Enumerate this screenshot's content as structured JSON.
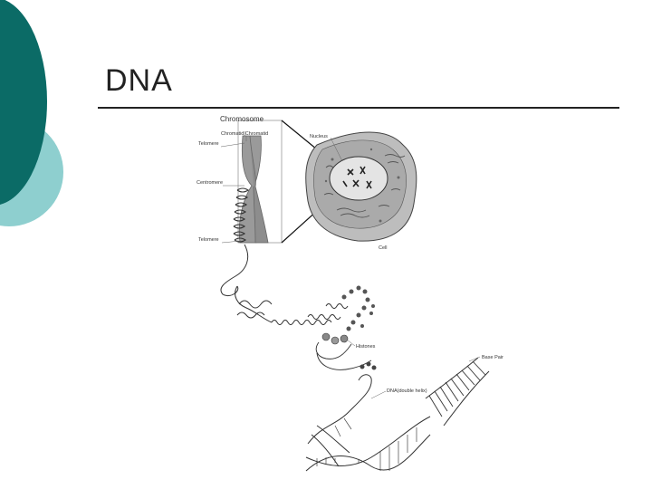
{
  "slide": {
    "title": "DNA"
  },
  "diagram": {
    "labels": {
      "chromosome": "Chromosome",
      "chromatid": "Chromatid|Chromatid",
      "telomere_top": "Telomere",
      "centromere": "Centromere",
      "telomere_bottom": "Telomere",
      "nucleus": "Nucleus",
      "cell": "Cell",
      "histones": "Histones",
      "base_pair": "Base Pair",
      "dna": "DNA(double helix)"
    }
  },
  "colors": {
    "accent_dark": "#0b6b66",
    "accent_light": "#8ecfcf",
    "chromosome_gray": "#9a9a9a",
    "cell_gray": "#bdbdbd"
  }
}
